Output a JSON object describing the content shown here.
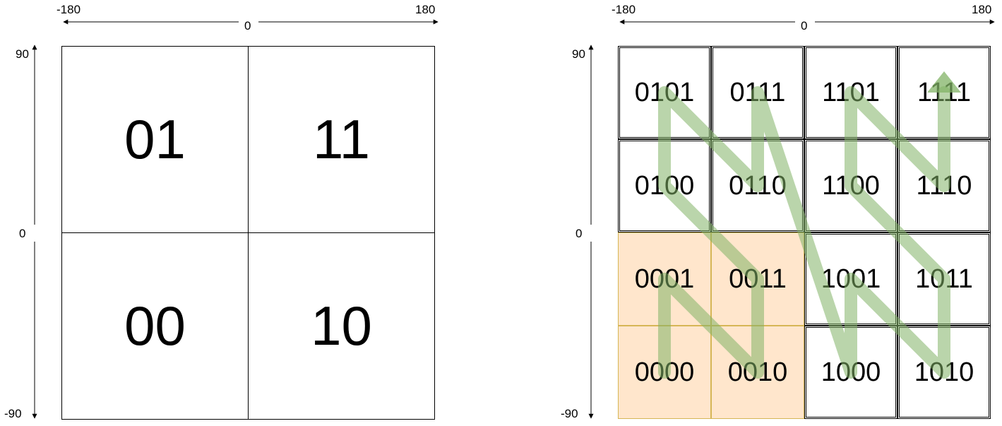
{
  "left": {
    "x_axis": {
      "min": "-180",
      "mid": "0",
      "max": "180"
    },
    "y_axis": {
      "max": "90",
      "mid": "0",
      "min": "-90"
    },
    "cells": [
      {
        "code": "01",
        "row": 0,
        "col": 0
      },
      {
        "code": "11",
        "row": 0,
        "col": 1
      },
      {
        "code": "00",
        "row": 1,
        "col": 0
      },
      {
        "code": "10",
        "row": 1,
        "col": 1
      }
    ]
  },
  "right": {
    "x_axis": {
      "min": "-180",
      "mid": "0",
      "max": "180"
    },
    "y_axis": {
      "max": "90",
      "mid": "0",
      "min": "-90"
    },
    "cells": [
      [
        "0101",
        "0111",
        "1101",
        "1111"
      ],
      [
        "0100",
        "0110",
        "1100",
        "1110"
      ],
      [
        "0001",
        "0011",
        "1001",
        "1011"
      ],
      [
        "0000",
        "0010",
        "1000",
        "1010"
      ]
    ],
    "highlighted": [
      "0000",
      "0001",
      "0010",
      "0011"
    ],
    "curve_order": [
      "0000",
      "0001",
      "0010",
      "0011",
      "0100",
      "0101",
      "0110",
      "0111",
      "1000",
      "1001",
      "1010",
      "1011",
      "1100",
      "1101",
      "1110",
      "1111"
    ]
  },
  "colors": {
    "grid": "#000000",
    "highlight_fill": "#ffe6cc",
    "highlight_border": "#d6b656",
    "curve": "#82b366"
  }
}
